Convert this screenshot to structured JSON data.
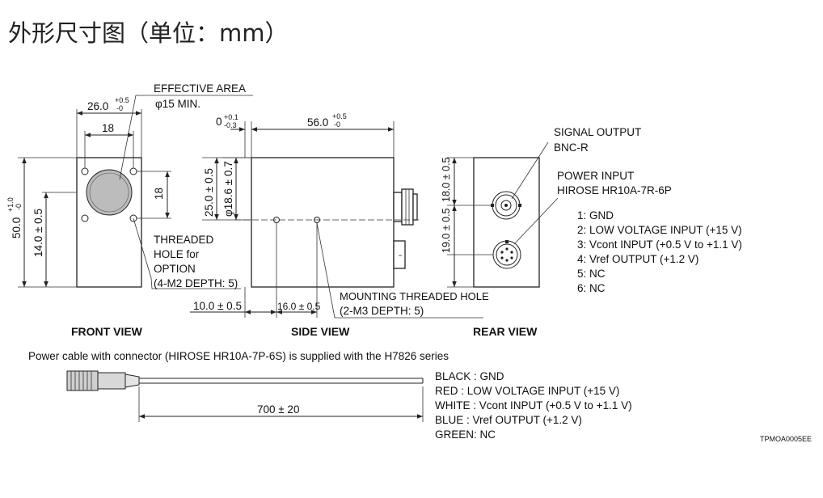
{
  "title": "外形尺寸图（单位：mm）",
  "front_view": {
    "label": "FRONT VIEW",
    "effective_area_line1": "EFFECTIVE AREA",
    "effective_area_line2": "φ15 MIN.",
    "width_dim": "26.0",
    "width_tol_up": "+0.5",
    "width_tol_dn": "-0",
    "hole_spacing_h": "18",
    "hole_spacing_v": "18",
    "height_dim": "50.0",
    "height_tol_up": "+1.0",
    "height_tol_dn": "-0",
    "center_dim": "14.0 ± 0.5",
    "threaded_line1": "THREADED",
    "threaded_line2": "HOLE for",
    "threaded_line3": "OPTION",
    "threaded_line4": "(4-M2 DEPTH: 5)"
  },
  "side_view": {
    "label": "SIDE VIEW",
    "offset_dim": "0",
    "offset_tol_up": "+0.1",
    "offset_tol_dn": "-0.3",
    "length_dim": "56.0",
    "length_tol_up": "+0.5",
    "length_tol_dn": "-0",
    "height_dim": "25.0 ± 0.5",
    "dia_dim": "φ18.6 ± 0.7",
    "left_hole_dim": "10.0 ± 0.5",
    "hole_spacing": "16.0 ± 0.5",
    "mounting_line1": "MOUNTING THREADED HOLE",
    "mounting_line2": "(2-M3 DEPTH: 5)"
  },
  "rear_view": {
    "label": "REAR VIEW",
    "upper_dim": "18.0 ± 0.5",
    "lower_dim": "19.0 ± 0.5",
    "signal_line1": "SIGNAL OUTPUT",
    "signal_line2": "BNC-R",
    "power_line1": "POWER INPUT",
    "power_line2": "HIROSE HR10A-7R-6P",
    "pins": [
      "1: GND",
      "2: LOW VOLTAGE INPUT (+15 V)",
      "3: Vcont INPUT (+0.5 V to +1.1 V)",
      "4: Vref OUTPUT (+1.2 V)",
      "5: NC",
      "6: NC"
    ]
  },
  "cable": {
    "caption": "Power cable with connector  (HIROSE HR10A-7P-6S) is supplied with the H7826 series",
    "length_dim": "700 ± 20",
    "wires": [
      "BLACK : GND",
      "RED    : LOW VOLTAGE INPUT (+15 V)",
      "WHITE : Vcont INPUT (+0.5 V to +1.1 V)",
      "BLUE   : Vref OUTPUT (+1.2 V)",
      "GREEN: NC"
    ]
  },
  "drawing_code": "TPMOA0005EE"
}
